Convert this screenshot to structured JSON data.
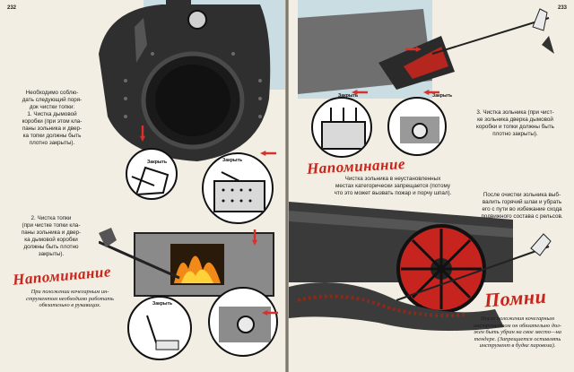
{
  "pages": {
    "left_number": "232",
    "right_number": "233"
  },
  "left": {
    "intro": "Необходимо соблю-\nдать следующий поря-\nдок чистки топки:\n1. Чистка дымовой\nкоробки (при этом кла-\nпаны зольника и двер-\nка топки должны быть\nплотно закрыты).",
    "step2": "2. Чистка топки\n(при чистке топки кла-\nпаны зольника и двер-\nка дымовой коробки\nдолжны быть плотно\nзакрыты).",
    "reminder": "Напоминание",
    "reminder_note": "При положении кочегарным ин-\nструментом необходимо работать\nобязательно в рукавицах.",
    "labels": {
      "close_1": "Закрыть",
      "close_2": "Закрыть",
      "close_3": "Закрыть"
    }
  },
  "right": {
    "step3": "3. Чистка зольника (при чист-\nке зольника дверка дымовой\nкоробки и топки должны быть\nплотно закрыты).",
    "reminder": "Напоминание",
    "warning": "Чистка зольника в неустановленных\nместах категорически запрещается (потому\nчто это может вызвать пожар и порчу шпал).",
    "after_clean": "После очистки зольника выб-\nвалить горячий шлак и убрать\nего с пути во избежание схода\nподвижного состава с рельсов.",
    "remember": "Помни",
    "remember_note": "После положения кочегарным\nинструментом он обязательно дол-\nжен быть убран на свое место—на\nтендере. (Запрещается оставлять\nинструмент в будке паровоза).",
    "labels": {
      "close_1": "Закрыть",
      "close_2": "Закрыть"
    }
  },
  "colors": {
    "paper": "#f2eee3",
    "accent_red": "#c8241f",
    "sky": "#c9dde3",
    "metal": "#2c2c2c",
    "fire": "#f28a1a"
  }
}
